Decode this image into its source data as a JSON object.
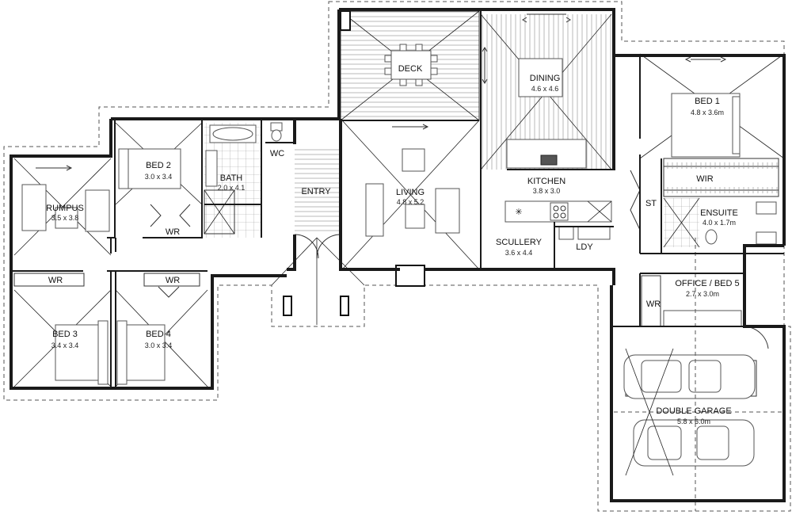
{
  "rooms": {
    "deck": {
      "name": "DECK"
    },
    "dining": {
      "name": "DINING",
      "size": "4.6 x 4.6"
    },
    "bed1": {
      "name": "BED 1",
      "size": "4.8 x 3.6m"
    },
    "bed2": {
      "name": "BED 2",
      "size": "3.0 x 3.4"
    },
    "bath": {
      "name": "BATH",
      "size": "2.0 x 4.1"
    },
    "wc": {
      "name": "WC"
    },
    "rumpus": {
      "name": "RUMPUS",
      "size": "3.5 x 3.8"
    },
    "entry": {
      "name": "ENTRY"
    },
    "living": {
      "name": "LIVING",
      "size": "4.8 x 5.2"
    },
    "kitchen": {
      "name": "KITCHEN",
      "size": "3.8 x 3.0"
    },
    "wir_bed1": {
      "name": "WIR"
    },
    "st": {
      "name": "ST"
    },
    "ensuite": {
      "name": "ENSUITE",
      "size": "4.0 x 1.7m"
    },
    "scullery": {
      "name": "SCULLERY",
      "size": "3.6 x 4.4"
    },
    "ldy": {
      "name": "LDY"
    },
    "office": {
      "name": "OFFICE / BED 5",
      "size": "2.7 x 3.0m"
    },
    "wr_office": {
      "name": "WR"
    },
    "wr_bed2": {
      "name": "WR"
    },
    "wr_bed3": {
      "name": "WR"
    },
    "wr_bed4": {
      "name": "WR"
    },
    "bed3": {
      "name": "BED 3",
      "size": "3.4 x 3.4"
    },
    "bed4": {
      "name": "BED 4",
      "size": "3.0 x 3.4"
    },
    "garage": {
      "name": "DOUBLE GARAGE",
      "size": "5.8 x 6.0m"
    }
  }
}
